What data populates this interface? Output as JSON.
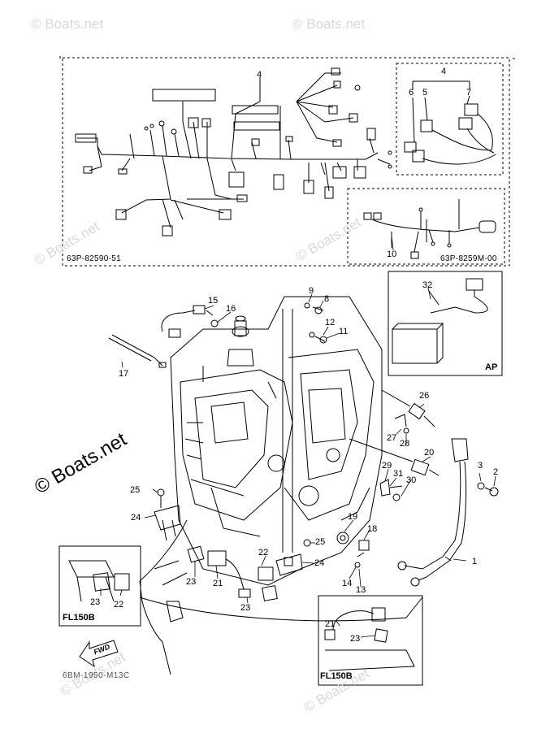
{
  "watermark": {
    "text": "© Boats.net"
  },
  "harness_box": {
    "part_code": "63P-82590-51",
    "inset_labels": [
      "4",
      "5",
      "6",
      "7"
    ]
  },
  "sub_harness_box": {
    "part_code": "63P-8259M-00",
    "label": "10"
  },
  "ap_box": {
    "tag": "AP",
    "label": "32"
  },
  "fl150b_left": {
    "tag": "FL150B",
    "labels": [
      "23",
      "22"
    ]
  },
  "fl150b_right": {
    "tag": "FL150B",
    "labels": [
      "21",
      "23"
    ]
  },
  "callouts": {
    "c4": "4",
    "c9": "9",
    "c8": "8",
    "c15": "15",
    "c16": "16",
    "c12": "12",
    "c11": "11",
    "c17": "17",
    "c26": "26",
    "c27": "27",
    "c28": "28",
    "c20": "20",
    "c29": "29",
    "c31": "31",
    "c30": "30",
    "c3": "3",
    "c2": "2",
    "c25a": "25",
    "c24a": "24",
    "c19": "19",
    "c18": "18",
    "c25b": "25",
    "c22": "22",
    "c24b": "24",
    "c23": "23",
    "c21": "21",
    "c1": "1",
    "c14": "14",
    "c13": "13"
  },
  "fwd_arrow": "FWD",
  "footer_code": "6BM-1950-M13C"
}
